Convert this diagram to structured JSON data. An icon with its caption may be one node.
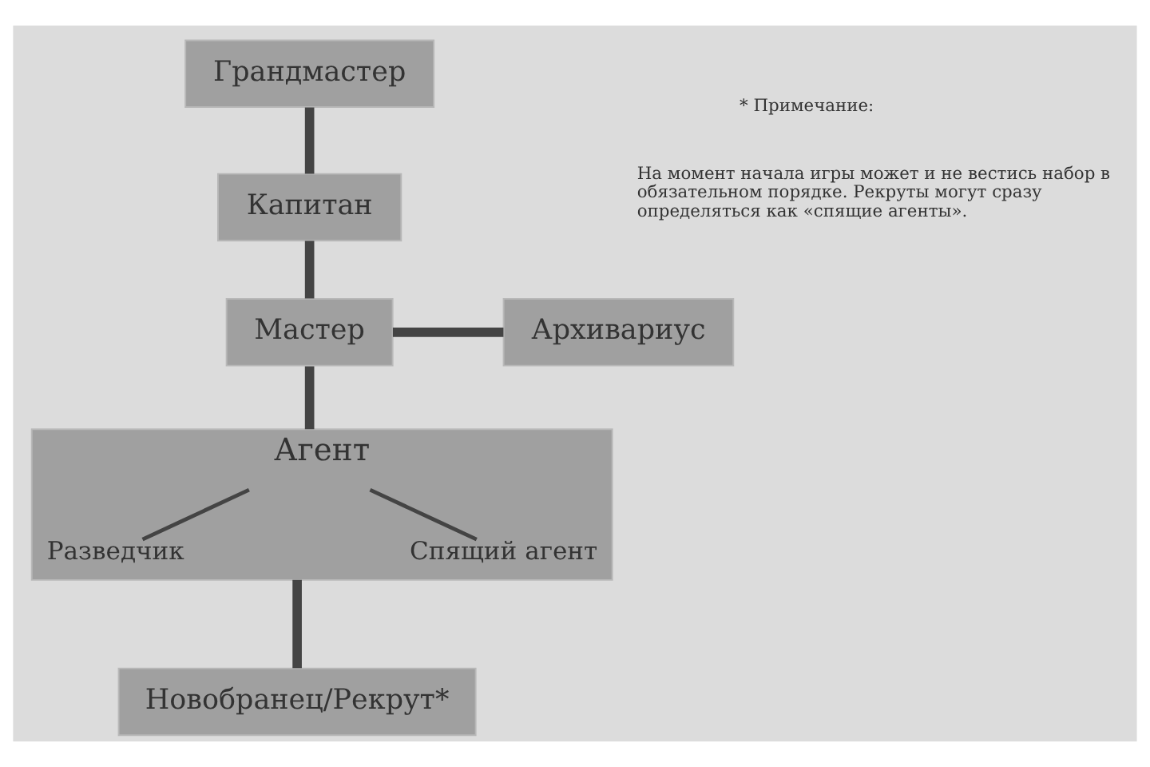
{
  "diagram": {
    "nodes": [
      {
        "text": [
          "Грандмастер"
        ]
      },
      {
        "text": [
          "Капитан"
        ]
      },
      {
        "text": [
          "Мастер"
        ]
      },
      {
        "text": [
          "Архивариус"
        ]
      },
      {
        "text": [
          "Агент"
        ]
      },
      {
        "text": [
          "Разведчик"
        ],
        "in": 4
      },
      {
        "text": [
          "Спящий агент"
        ],
        "in": 4
      },
      {
        "text": [
          "Новобранец/Рекрут*"
        ]
      }
    ],
    "edges": [
      {
        "from": 0,
        "to": 1,
        "arrow": "none"
      },
      {
        "from": 1,
        "to": 2,
        "arrow": "none"
      },
      {
        "from": 2,
        "to": 3,
        "arrow": "none"
      },
      {
        "from": 2,
        "to": 4,
        "arrow": "none"
      },
      {
        "from": 4,
        "to": 5,
        "arrow": "none"
      },
      {
        "from": 4,
        "to": 6,
        "arrow": "none"
      },
      {
        "from": 4,
        "to": 7,
        "arrow": "none"
      }
    ],
    "labels": [
      "* Примечание:",
      "На момент начала игры может и не вестись набор в обязательном порядке. Рекруты могут сразу определяться как «спящие агенты»."
    ]
  }
}
